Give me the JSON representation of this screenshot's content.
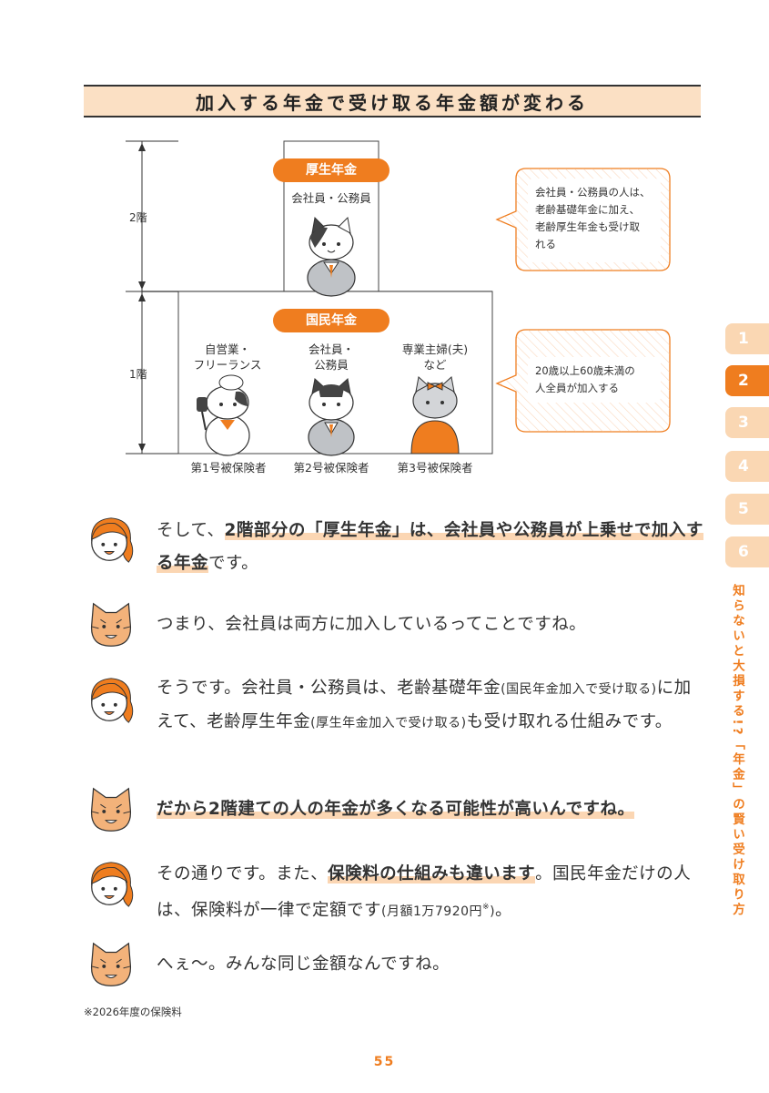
{
  "title": "加入する年金で受け取る年金額が変わる",
  "diagram": {
    "floor2_label": "2階",
    "floor1_label": "1階",
    "upper_badge": "厚生年金",
    "upper_group": "会社員・公務員",
    "lower_badge": "国民年金",
    "groups": [
      {
        "line1": "自営業・",
        "line2": "フリーランス",
        "caption": "第1号被保険者"
      },
      {
        "line1": "会社員・",
        "line2": "公務員",
        "caption": "第2号被保険者"
      },
      {
        "line1": "専業主婦(夫)",
        "line2": "など",
        "caption": "第3号被保険者"
      }
    ],
    "bubble_upper": [
      "会社員・公務員の人は、",
      "老齢基礎年金に加え、",
      "老齢厚生年金も受け取",
      "れる"
    ],
    "bubble_lower": [
      "20歳以上60歳未満の",
      "人全員が加入する"
    ]
  },
  "side_tabs": [
    "1",
    "2",
    "3",
    "4",
    "5",
    "6"
  ],
  "active_tab": "2",
  "side_title": "知らないと大損する!?「年金」の賢い受け取り方",
  "dialogue": {
    "d1": {
      "a": "そして、",
      "b": "2階部分の「厚生年金」は、会社員や公務員が上乗せで加",
      "c": "入する年金",
      "d": "です。"
    },
    "d2": {
      "a": "つまり、会社員は両方に加入しているってことですね。"
    },
    "d3": {
      "a": "そうです。会社員・公務員は、老齢基礎年金",
      "b": "(国民年金加入で受け取",
      "c": "る)",
      "d": "に加えて、老齢厚生年金",
      "e": "(厚生年金加入で受け取る)",
      "f": "も受け取れる",
      "g": "仕組みです。"
    },
    "d4": {
      "a": "だから2階建ての人の年金が多くなる可能性が高いんですね。"
    },
    "d5": {
      "a": "その通りです。また、",
      "b": "保険料の仕組みも違います",
      "c": "。国民年金だけの",
      "d": "人は、保険料が一律で定額です",
      "e": "(月額1万7920円",
      "f": "※",
      "g": ")",
      "h": "。"
    },
    "d6": {
      "a": "へぇ〜。みんな同じ金額なんですね。"
    }
  },
  "footnote": "※2026年度の保険料",
  "page_number": "55",
  "colors": {
    "accent": "#ef7d1f",
    "accent_light": "#fad7b3",
    "title_bg": "#fbe0c4"
  }
}
